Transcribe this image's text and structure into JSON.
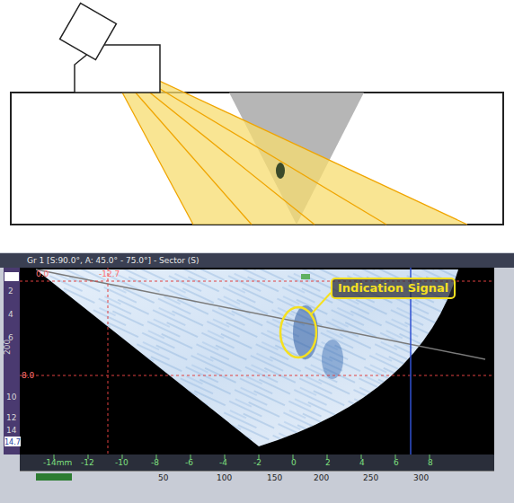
{
  "diagram": {
    "nodes": [
      {
        "text": [
          "Indication Signal"
        ]
      }
    ],
    "labels": [
      "Gr 1 [S:90.0°, A: 45.0° - 75.0°] - Sector (S)",
      "0.0",
      "-12.7",
      "2",
      "4",
      "6",
      "8.0",
      "10",
      "12",
      "14",
      "14.7",
      "200",
      "-14mm",
      "-12",
      "-10",
      "-8",
      "-6",
      "-4",
      "-2",
      "0",
      "2",
      "4",
      "6",
      "8",
      "50",
      "100",
      "150",
      "200",
      "250",
      "300"
    ]
  }
}
